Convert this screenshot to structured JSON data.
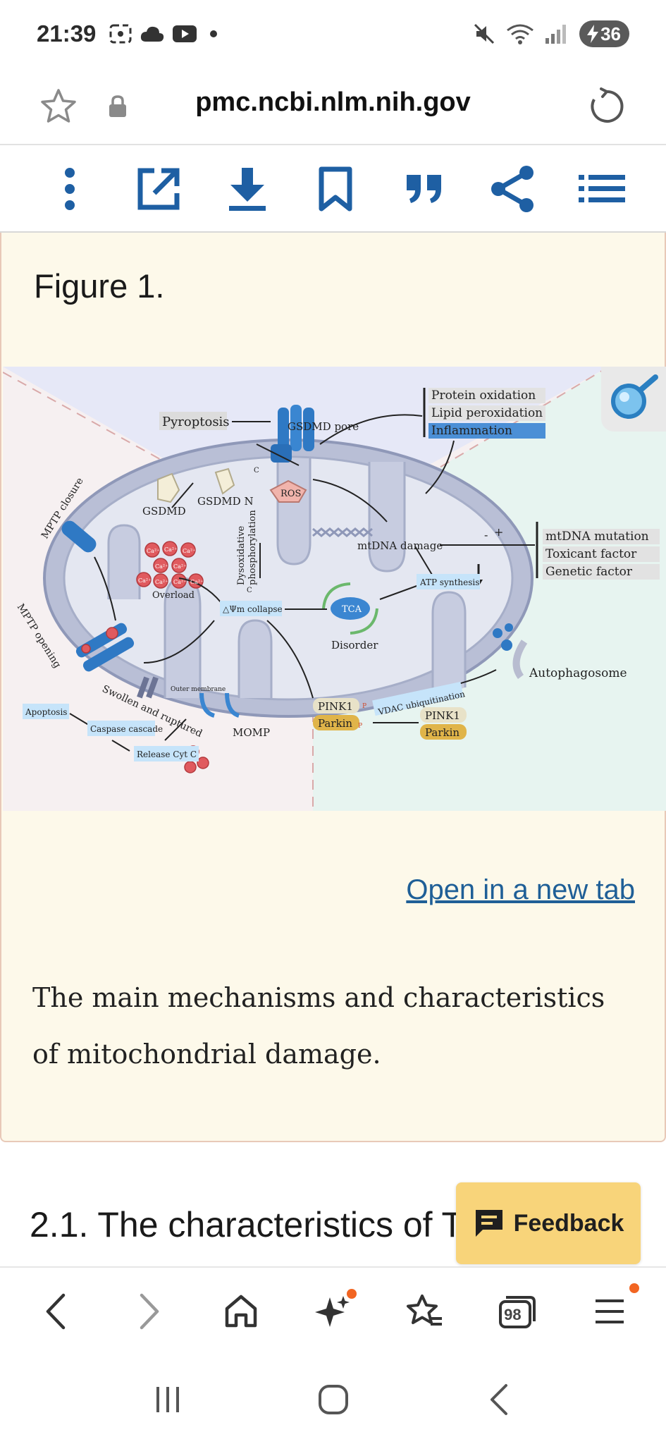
{
  "status_bar": {
    "time": "21:39",
    "battery": "36"
  },
  "browser": {
    "url": "pmc.ncbi.nlm.nih.gov"
  },
  "figure": {
    "title": "Figure 1.",
    "open_link": "Open in a new tab",
    "caption": "The main mechanisms and characteristics of mitochondrial damage.",
    "diagram": {
      "pyroptosis": "Pyroptosis",
      "gsdmd_pore": "GSDMD pore",
      "gsdmd": "GSDMD",
      "gsdmd_n": "GSDMD N",
      "ros": "ROS",
      "protein_oxidation": "Protein oxidation",
      "lipid_peroxidation": "Lipid peroxidation",
      "inflammation": "Inflammation",
      "mptp_closure": "MPTP closure",
      "mptp_opening": "MPTP opening",
      "overload": "Overload",
      "ca": "Ca²⁺",
      "dysoxidative": "Dysoxidative",
      "phosphorylation": "phosphorylation",
      "mtdna_damage": "mtDNA damage",
      "minus": "-",
      "plus": "+",
      "mtdna_mutation": "mtDNA mutation",
      "toxicant_factor": "Toxicant factor",
      "genetic_factor": "Genetic factor",
      "atp_synthesis": "ATP synthesis",
      "psi_collapse": "△Ψm collapse",
      "tca": "TCA",
      "disorder": "Disorder",
      "autophagosome": "Autophagosome",
      "outer_membrane": "Outer membrane",
      "swollen": "Swollen and ruptured",
      "vdac": "VDAC ubiquitination",
      "apoptosis": "Apoptosis",
      "caspase": "Caspase cascade",
      "release_cyt": "Release Cyt C",
      "momp": "MOMP",
      "pink1": "PINK1",
      "parkin": "Parkin",
      "c_label": "C",
      "p_label": "P"
    }
  },
  "section": {
    "heading": "2.1. The characteristics of T",
    "feedback": "Feedback"
  },
  "bottom_nav": {
    "tabs_count": "98"
  }
}
